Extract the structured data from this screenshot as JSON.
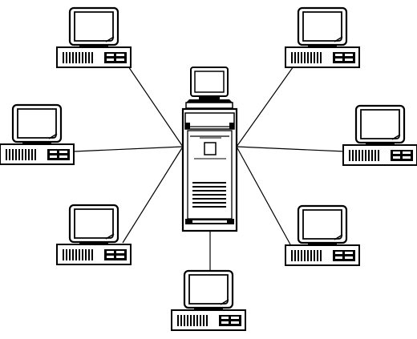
{
  "diagram": {
    "type": "star-network",
    "colors": {
      "stroke": "#000000",
      "fill": "#ffffff"
    },
    "hub": {
      "name": "server",
      "icon": "tower-server-with-monitor-icon"
    },
    "nodes": [
      {
        "name": "workstation-top-left",
        "icon": "desktop-computer-icon"
      },
      {
        "name": "workstation-middle-left",
        "icon": "desktop-computer-icon"
      },
      {
        "name": "workstation-bottom-left",
        "icon": "desktop-computer-icon"
      },
      {
        "name": "workstation-bottom-center",
        "icon": "desktop-computer-icon"
      },
      {
        "name": "workstation-bottom-right",
        "icon": "desktop-computer-icon"
      },
      {
        "name": "workstation-middle-right",
        "icon": "desktop-computer-icon"
      },
      {
        "name": "workstation-top-right",
        "icon": "desktop-computer-icon"
      }
    ]
  }
}
